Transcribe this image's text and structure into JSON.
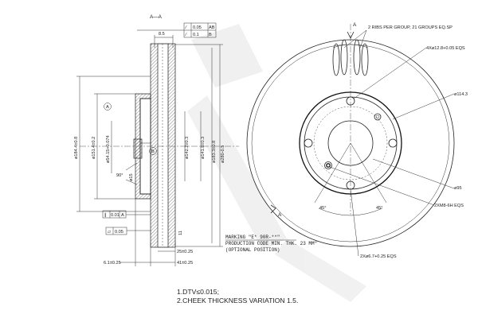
{
  "section": {
    "title": "A—A",
    "flatness_tol": "0.05",
    "flatness_ref": "AB",
    "runout_tol": "0.1",
    "runout_ref": "B",
    "width_dim": "8.5",
    "dims": {
      "outer_dia": "ø184.4±0.8",
      "hub_dia": "ø151.4±0.2",
      "bore_dia": "ø54.15+0.074",
      "pcd_dia": "ø142.2±0.3",
      "vent_dia": "ø141.8±0.3",
      "face_dia": "ø183.3±0.8",
      "disc_dia": "ø280-0.5",
      "chamfer_angle": "90°",
      "chamfer_dia": "ø15",
      "hat_depth": "25±0.25",
      "total_thk": "41±0.25",
      "hub_thk": "6.1±0.25",
      "rib_dim": "11",
      "tol_parallel": "0.01",
      "tol_parallel_ref": "A",
      "tol_flat": "0.05"
    },
    "datum_a": "A",
    "datum_b": "B"
  },
  "front": {
    "view_label": "A",
    "rib_note": "2 RIBS PER GROUP, 21 GROUPS EQ.SP",
    "holes_top": "4Xø12.8+0.05 EQS",
    "pcd": "ø114.3",
    "center_dia": "ø95",
    "thread": "2XM8-6H EQS",
    "angle_left": "45°",
    "angle_right": "45°",
    "holes_bottom": "2Xø6.7+0.25 EQS",
    "section_label": "A"
  },
  "marking": {
    "line1": "MARKING \"E* 90R-**\"",
    "line2": "PRODUCTION CODE  MIN. THK. 23 MM\"",
    "line3": "(OPTIONAL POSITION)"
  },
  "notes": {
    "line1": "1.DTV≤0.015;",
    "line2": "2.CHEEK THICKNESS VARIATION 1.5."
  }
}
